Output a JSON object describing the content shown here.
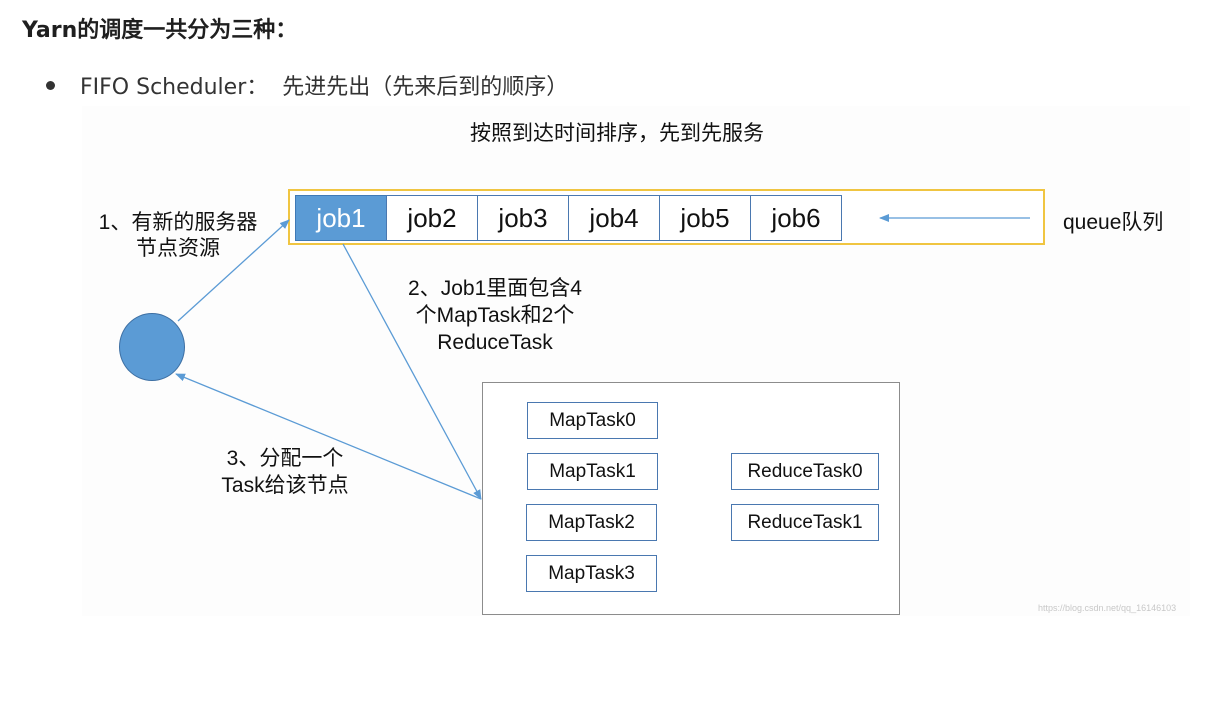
{
  "title": "Yarn的调度一共分为三种：",
  "bullet": {
    "text": "FIFO Scheduler：  先进先出（先来后到的顺序）"
  },
  "diagram": {
    "caption": "按照到达时间排序，先到先服务",
    "queue_label": "queue队列",
    "jobs": [
      "job1",
      "job2",
      "job3",
      "job4",
      "job5",
      "job6"
    ],
    "active_job": "job1",
    "node_label": {
      "line1": "1、有新的服务器",
      "line2": "节点资源"
    },
    "step2_label": {
      "line1": "2、Job1里面包含4",
      "line2": "个MapTask和2个",
      "line3": "ReduceTask"
    },
    "step3_label": {
      "line1": "3、分配一个",
      "line2": "Task给该节点"
    },
    "map_tasks": [
      "MapTask0",
      "MapTask1",
      "MapTask2",
      "MapTask3"
    ],
    "reduce_tasks": [
      "ReduceTask0",
      "ReduceTask1"
    ],
    "colors": {
      "node": "#5b9bd5",
      "queue_border": "#f0c541",
      "arrow": "#5b9bd5"
    }
  },
  "watermark": "https://blog.csdn.net/qq_16146103"
}
